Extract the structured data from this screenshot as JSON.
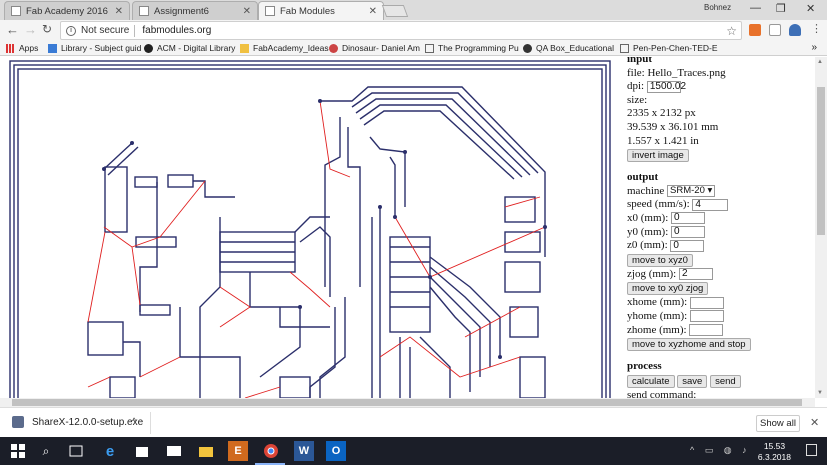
{
  "browser": {
    "tabs": [
      {
        "title": "Fab Academy 2016",
        "active": false
      },
      {
        "title": "Assignment6",
        "active": false
      },
      {
        "title": "Fab Modules",
        "active": true
      }
    ],
    "profile_name": "Bohnez",
    "security": "Not secure",
    "url": "fabmodules.org",
    "bookmarks": [
      {
        "label": "Apps",
        "icon": "apps-grid-icon"
      },
      {
        "label": "Library - Subject guid",
        "icon": "library-icon"
      },
      {
        "label": "ACM - Digital Library",
        "icon": "acm-icon"
      },
      {
        "label": "FabAcademy_Ideas",
        "icon": "folder-icon"
      },
      {
        "label": "Dinosaur- Daniel Am",
        "icon": "dinosaur-icon"
      },
      {
        "label": "The Programming Pu",
        "icon": "page-icon"
      },
      {
        "label": "QA Box_Educational",
        "icon": "qa-box-icon"
      },
      {
        "label": "Pen-Pen-Chen-TED-E",
        "icon": "page-icon"
      }
    ],
    "bookmarks_more": "»"
  },
  "panel": {
    "input_heading": "input",
    "file": "file: Hello_Traces.png",
    "dpi_label": "dpi:",
    "dpi_value": "1500.02",
    "size_label": "size:",
    "size_px": "2335 x 2132 px",
    "size_mm": "39.539 x 36.101 mm",
    "size_in": "1.557 x 1.421 in",
    "invert_button": "invert image",
    "output_heading": "output",
    "machine_label": "machine",
    "machine_value": "SRM-20 ▾",
    "speed_label": "speed (mm/s):",
    "speed_value": "4",
    "x0_label": "x0 (mm):",
    "x0_value": "0",
    "y0_label": "y0 (mm):",
    "y0_value": "0",
    "z0_label": "z0 (mm):",
    "z0_value": "0",
    "move_xyz0_button": "move to xyz0",
    "zjog_label": "zjog (mm):",
    "zjog_value": "2",
    "move_xy0_zjog_button": "move to xy0 zjog",
    "xhome_label": "xhome (mm):",
    "yhome_label": "yhome (mm):",
    "zhome_label": "zhome (mm):",
    "move_home_button": "move to xyzhome and stop",
    "process_heading": "process",
    "calculate_button": "calculate",
    "save_button": "save",
    "send_button": "send",
    "send_command_label": "send command:"
  },
  "download": {
    "filename": "ShareX-12.0.0-setup.exe",
    "show_all": "Show all"
  },
  "taskbar": {
    "time": "15.53",
    "date": "6.3.2018"
  },
  "colors": {
    "trace": "#2b2f6b",
    "toolpath": "#e02020"
  }
}
